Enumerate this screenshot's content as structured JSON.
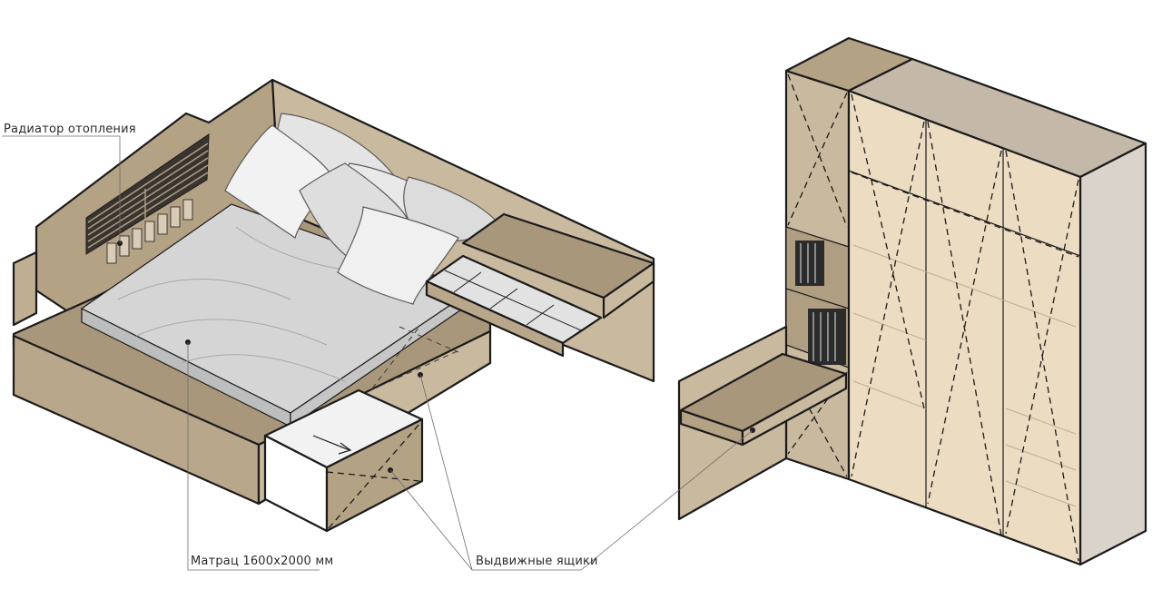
{
  "labels": {
    "radiator": "Радиатор отопления",
    "mattress": "Матрац 1600х2000 мм",
    "drawers": "Выдвижные ящики"
  },
  "colors": {
    "wood_top": "#a9977c",
    "wood_side": "#c8b89d",
    "wood_front": "#b9a78b",
    "wardrobe_door": "#ecdcc2",
    "wardrobe_side": "#d9d3cb",
    "mattress": "#d5d5d5",
    "drawer_white": "#f2f2f2",
    "outline": "#1b1b1b"
  }
}
